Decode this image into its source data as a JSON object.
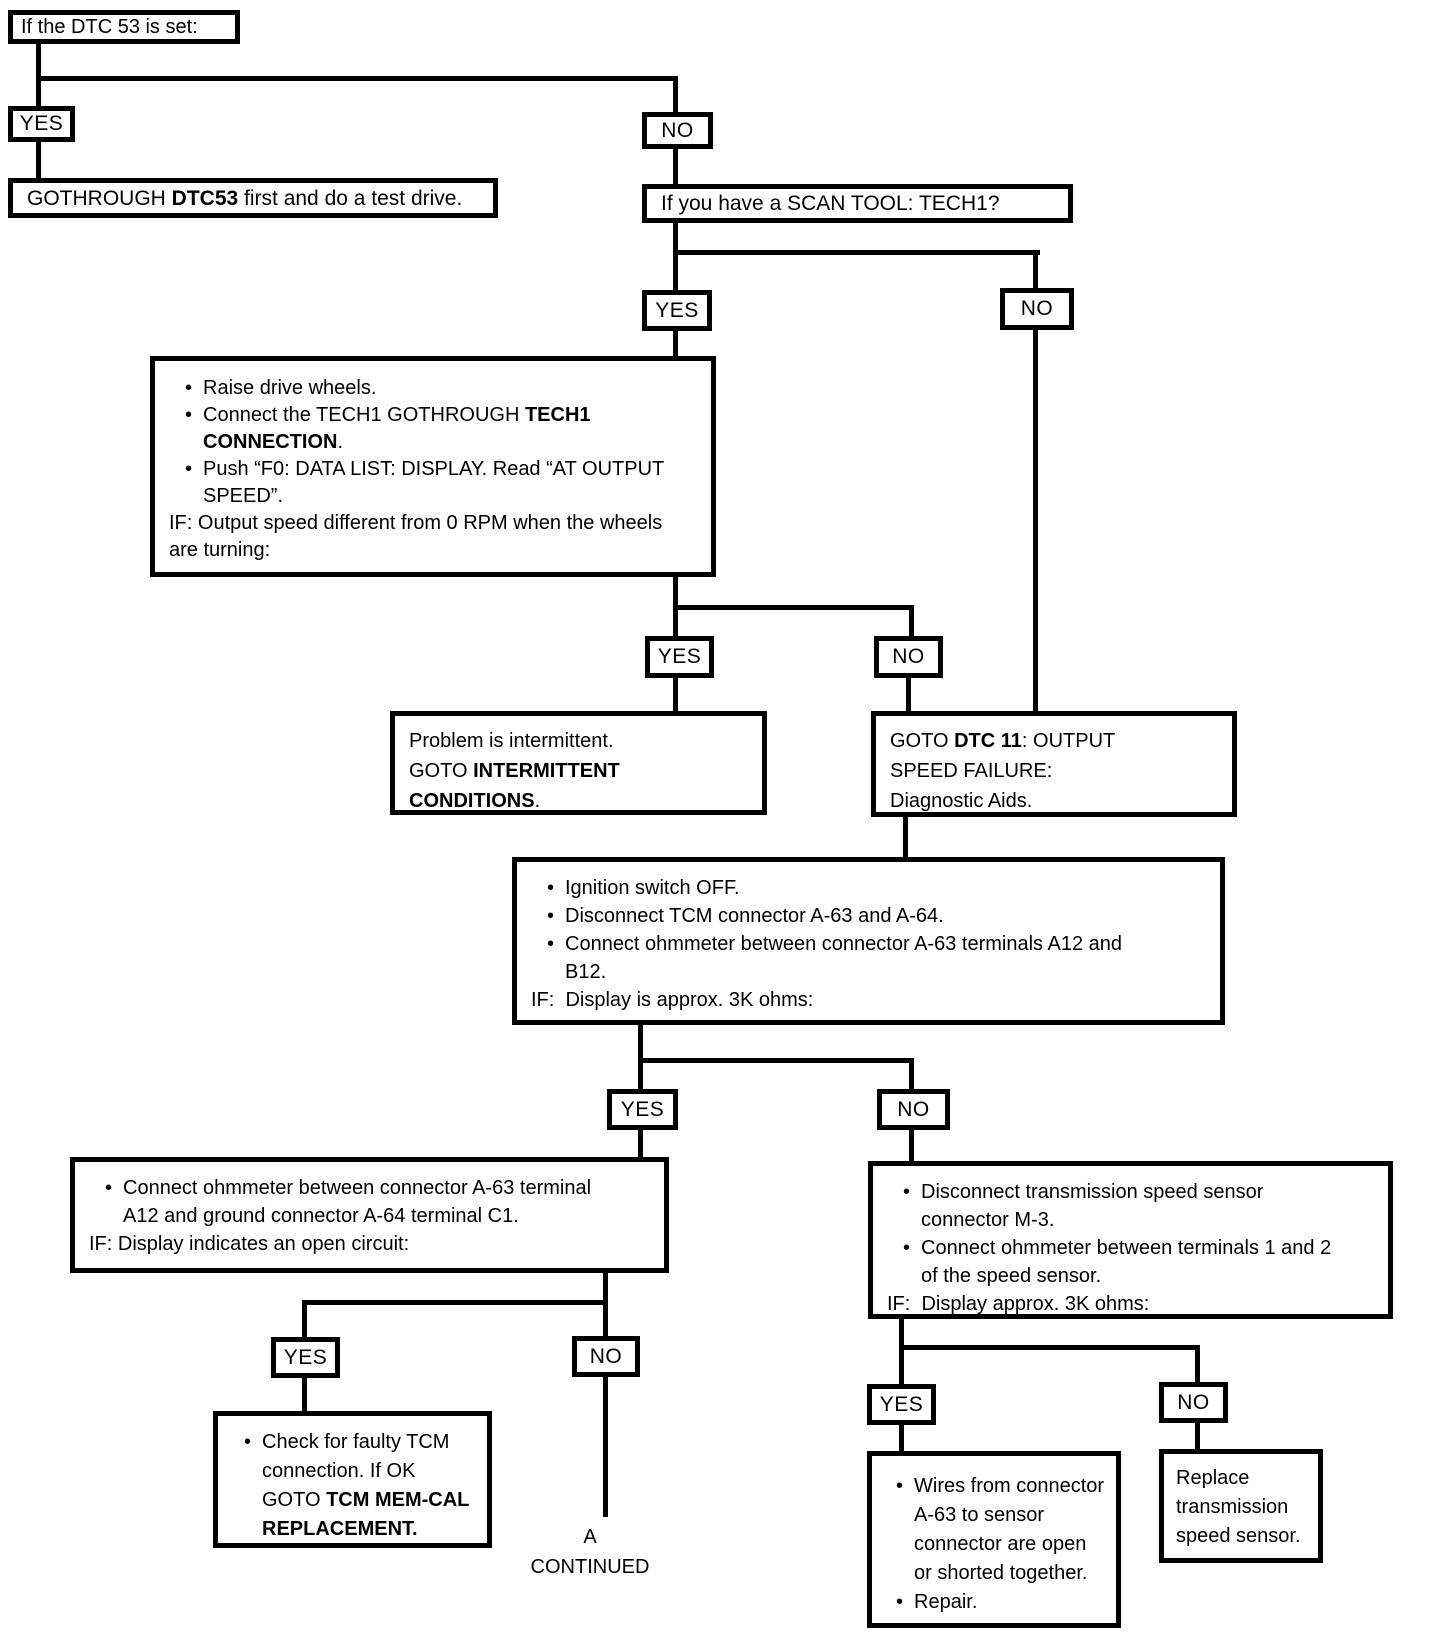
{
  "labels": {
    "yes": "YES",
    "no": "NO"
  },
  "colors": {
    "line": "#000000",
    "background": "#ffffff",
    "text": "#000000"
  },
  "nodes": {
    "dtc53_set": {
      "text": "If the DTC 53 is set:"
    },
    "gothrough": {
      "pre": "GOTHROUGH ",
      "bold": "DTC53",
      "post": " first and do a test drive."
    },
    "scan_tool": {
      "text": "If you have a SCAN TOOL: TECH1?"
    },
    "tech1": {
      "bullet1": "Raise drive wheels.",
      "bullet2_pre": "Connect the TECH1 GOTHROUGH ",
      "bullet2_bold": "TECH1 CONNECTION",
      "bullet2_post": ".",
      "bullet3": "Push “F0: DATA LIST: DISPLAY. Read “AT OUTPUT SPEED”.",
      "condition": "IF: Output speed different from 0 RPM when the wheels are turning:"
    },
    "intermittent": {
      "line1": "Problem is intermittent.",
      "line2_pre": "GOTO ",
      "line2_bold": "INTERMITTENT CONDITIONS",
      "line2_post": "."
    },
    "dtc11": {
      "line1_pre": "GOTO ",
      "line1_bold": "DTC 11",
      "line1_post": ": OUTPUT SPEED FAILURE:",
      "line2": "Diagnostic Aids."
    },
    "ignition": {
      "bullet1": "Ignition switch OFF.",
      "bullet2": "Disconnect TCM connector A-63 and A-64.",
      "bullet3": "Connect ohmmeter between connector A-63 terminals A12 and B12.",
      "condition": "IF:  Display is approx. 3K ohms:"
    },
    "ohmmeter_a63": {
      "bullet1": "Connect ohmmeter between connector A-63 terminal A12 and ground connector A-64 terminal C1.",
      "condition": "IF: Display indicates an open circuit:"
    },
    "tcm_check": {
      "pre": "Check for faulty TCM connection. If OK GOTO ",
      "bold": "TCM MEM-CAL REPLACEMENT."
    },
    "speed_sensor": {
      "bullet1": "Disconnect transmission speed sensor connector M-3.",
      "bullet2": "Connect ohmmeter between terminals 1 and 2 of the speed sensor.",
      "condition": "IF:  Display approx. 3K ohms:"
    },
    "wires": {
      "bullet1": "Wires from connector A-63 to sensor connector are open or shorted together.",
      "bullet2": "Repair."
    },
    "replace_sensor": {
      "text": "Replace transmission speed sensor."
    },
    "continued": {
      "letter": "A",
      "word": "CONTINUED"
    }
  }
}
